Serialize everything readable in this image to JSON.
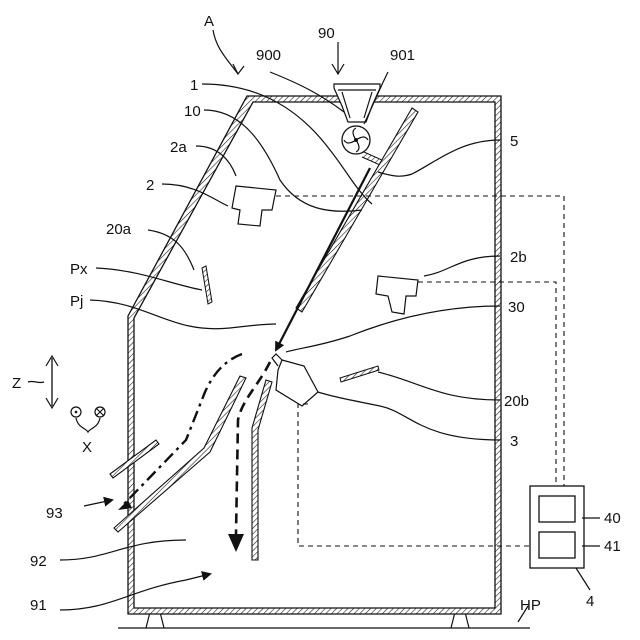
{
  "labels": {
    "A": "A",
    "n90": "90",
    "n900": "900",
    "n901": "901",
    "n1": "1",
    "n10": "10",
    "n5": "5",
    "n2a": "2a",
    "n2": "2",
    "n20a": "20a",
    "n2b": "2b",
    "Px": "Px",
    "Pj": "Pj",
    "n30": "30",
    "Z": "Z",
    "X": "X",
    "n20b": "20b",
    "n3": "3",
    "n40": "40",
    "n41": "41",
    "n93": "93",
    "n92": "92",
    "n91": "91",
    "n4": "4",
    "HP": "HP"
  },
  "colors": {
    "line": "#111111",
    "hatch": "#111111",
    "background": "#ffffff"
  }
}
